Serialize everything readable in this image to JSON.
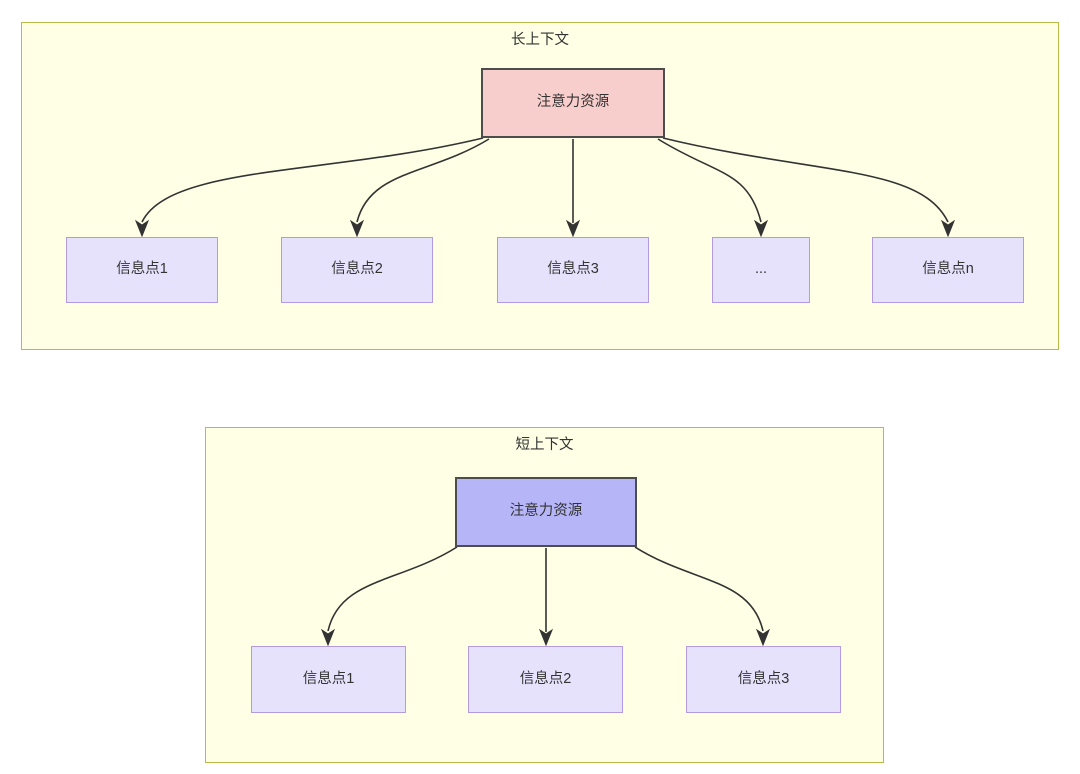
{
  "diagram": {
    "type": "node-link-diagram",
    "background_color": "#ffffff",
    "groups": [
      {
        "id": "long-context",
        "title": "长上下文",
        "fill_color": "#ffffe6",
        "border_color": "#b5bd48",
        "root": {
          "label": "注意力资源",
          "fill_color": "#f8cecc",
          "border_color": "#4d4d4d"
        },
        "children": [
          {
            "label": "信息点1",
            "fill_color": "#e6e2fb",
            "border_color": "#b49be0"
          },
          {
            "label": "信息点2",
            "fill_color": "#e6e2fb",
            "border_color": "#b49be0"
          },
          {
            "label": "信息点3",
            "fill_color": "#e6e2fb",
            "border_color": "#b49be0"
          },
          {
            "label": "...",
            "fill_color": "#e6e2fb",
            "border_color": "#b49be0"
          },
          {
            "label": "信息点n",
            "fill_color": "#e6e2fb",
            "border_color": "#b49be0"
          }
        ]
      },
      {
        "id": "short-context",
        "title": "短上下文",
        "fill_color": "#ffffe6",
        "border_color": "#b5bd48",
        "root": {
          "label": "注意力资源",
          "fill_color": "#b5b5f7",
          "border_color": "#4d4d4d"
        },
        "children": [
          {
            "label": "信息点1",
            "fill_color": "#e6e2fb",
            "border_color": "#b49be0"
          },
          {
            "label": "信息点2",
            "fill_color": "#e6e2fb",
            "border_color": "#b49be0"
          },
          {
            "label": "信息点3",
            "fill_color": "#e6e2fb",
            "border_color": "#b49be0"
          }
        ]
      }
    ],
    "edge_color": "#333333",
    "text_color": "#333333"
  }
}
